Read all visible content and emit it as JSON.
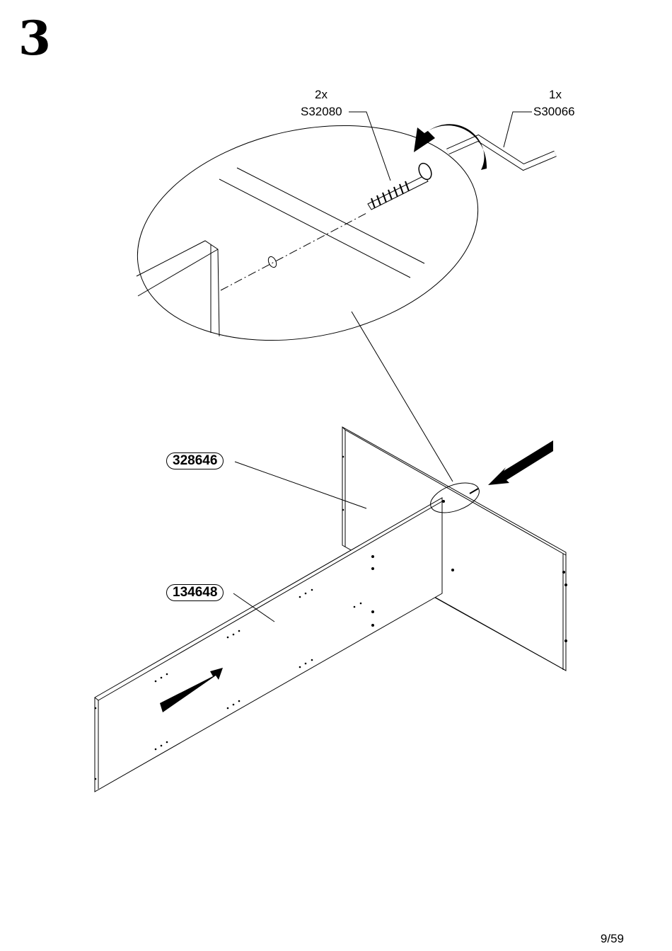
{
  "step": "3",
  "parts": {
    "bolt": {
      "qty": "2x",
      "code": "S32080"
    },
    "key": {
      "qty": "1x",
      "code": "S30066"
    }
  },
  "panels": {
    "side_panel": "328646",
    "long_panel": "134648"
  },
  "page": "9/59"
}
